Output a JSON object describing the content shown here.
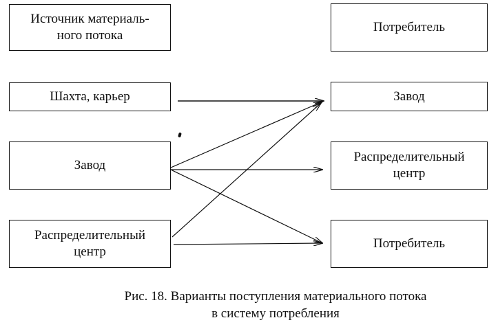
{
  "sources": {
    "header": "Источник материаль-\nного потока",
    "mine": "Шахта, карьер",
    "plant": "Завод",
    "distribution_center": "Распределительный\nцентр"
  },
  "consumers": {
    "header": "Потребитель",
    "plant": "Завод",
    "distribution_center": "Распределительный\nцентр",
    "consumer": "Потребитель"
  },
  "caption": "Рис. 18. Варианты поступления материального потока\nв систему потребления",
  "colors": {
    "line": "#111111",
    "background": "#ffffff"
  }
}
